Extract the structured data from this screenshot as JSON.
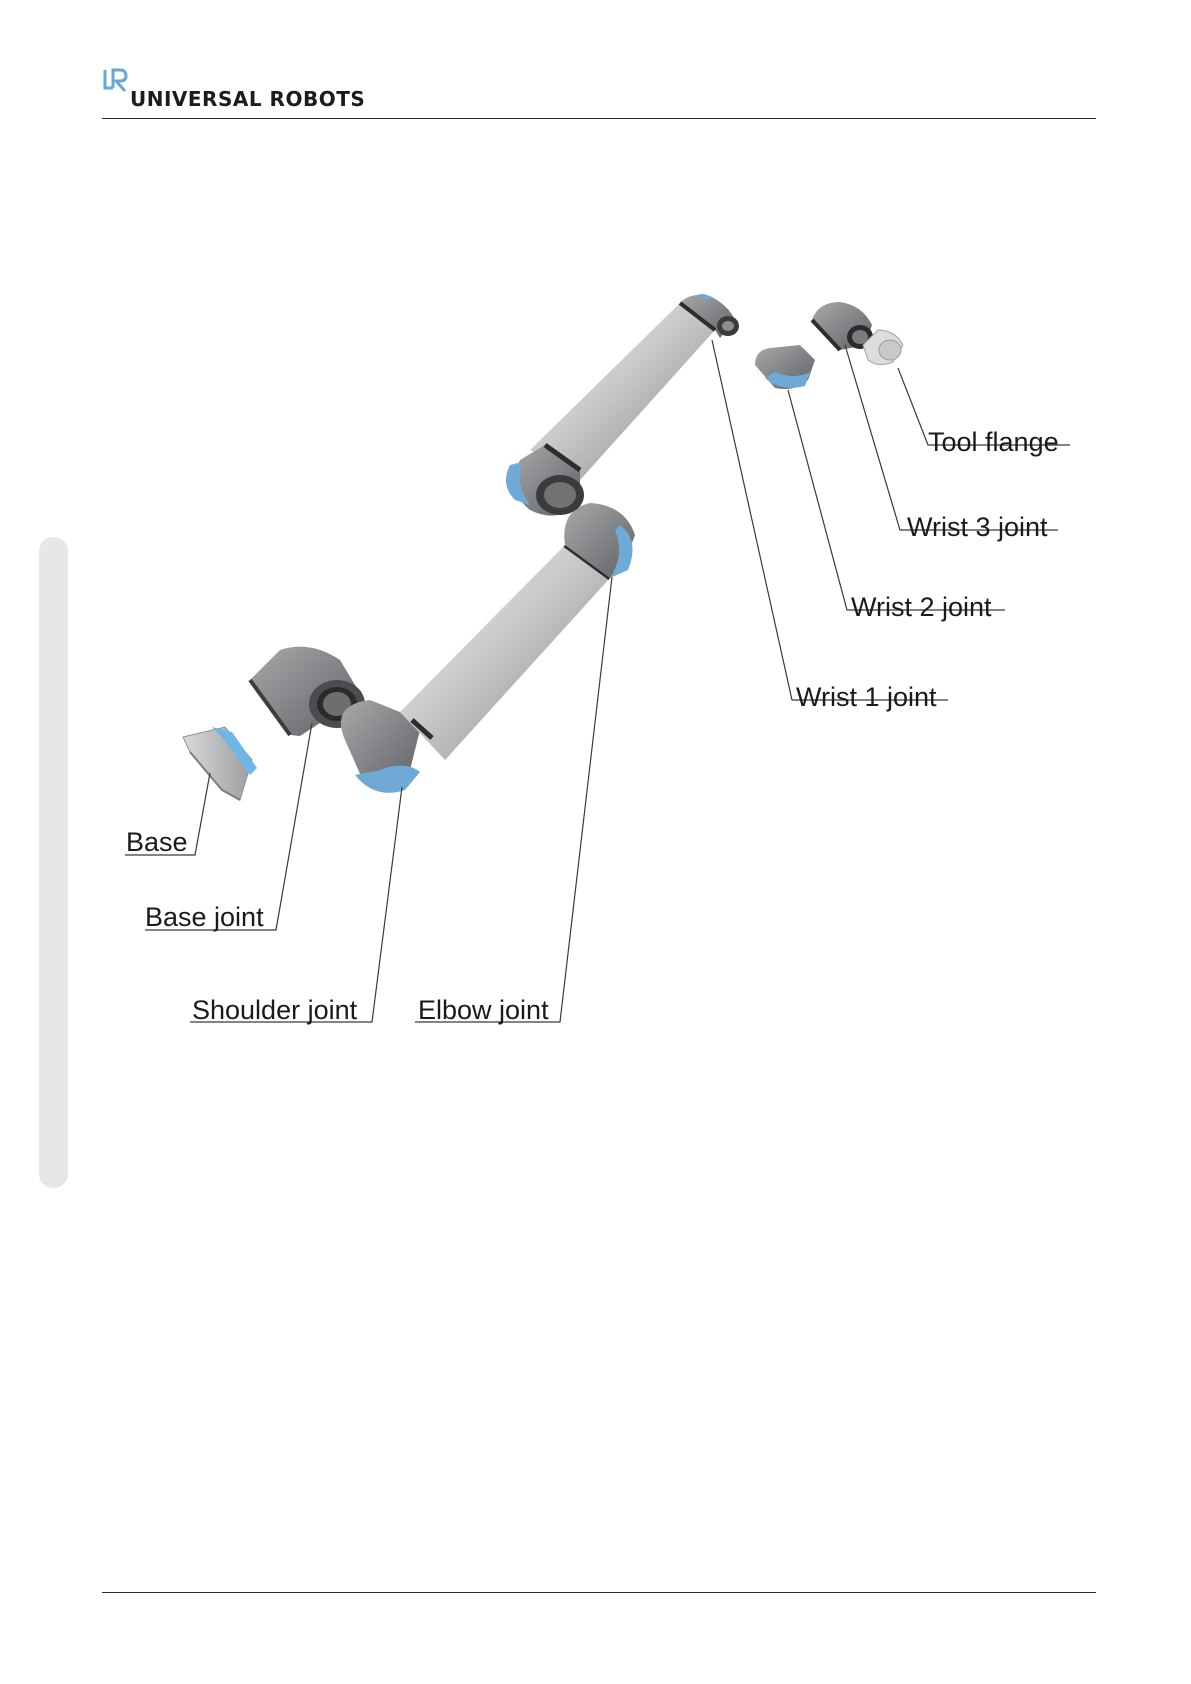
{
  "header": {
    "brand_name": "UNIVERSAL ROBOTS",
    "logo_icon": "ur-logo-icon",
    "logo_color": "#6aa6d8"
  },
  "figure": {
    "arm_color": "#8a8c8f",
    "accent_color": "#6fa9d6",
    "labels": {
      "tool_flange": "Tool flange",
      "wrist3": "Wrist 3 joint",
      "wrist2": "Wrist 2 joint",
      "wrist1": "Wrist 1 joint",
      "base": "Base",
      "base_joint": "Base joint",
      "shoulder": "Shoulder joint",
      "elbow": "Elbow joint"
    }
  }
}
